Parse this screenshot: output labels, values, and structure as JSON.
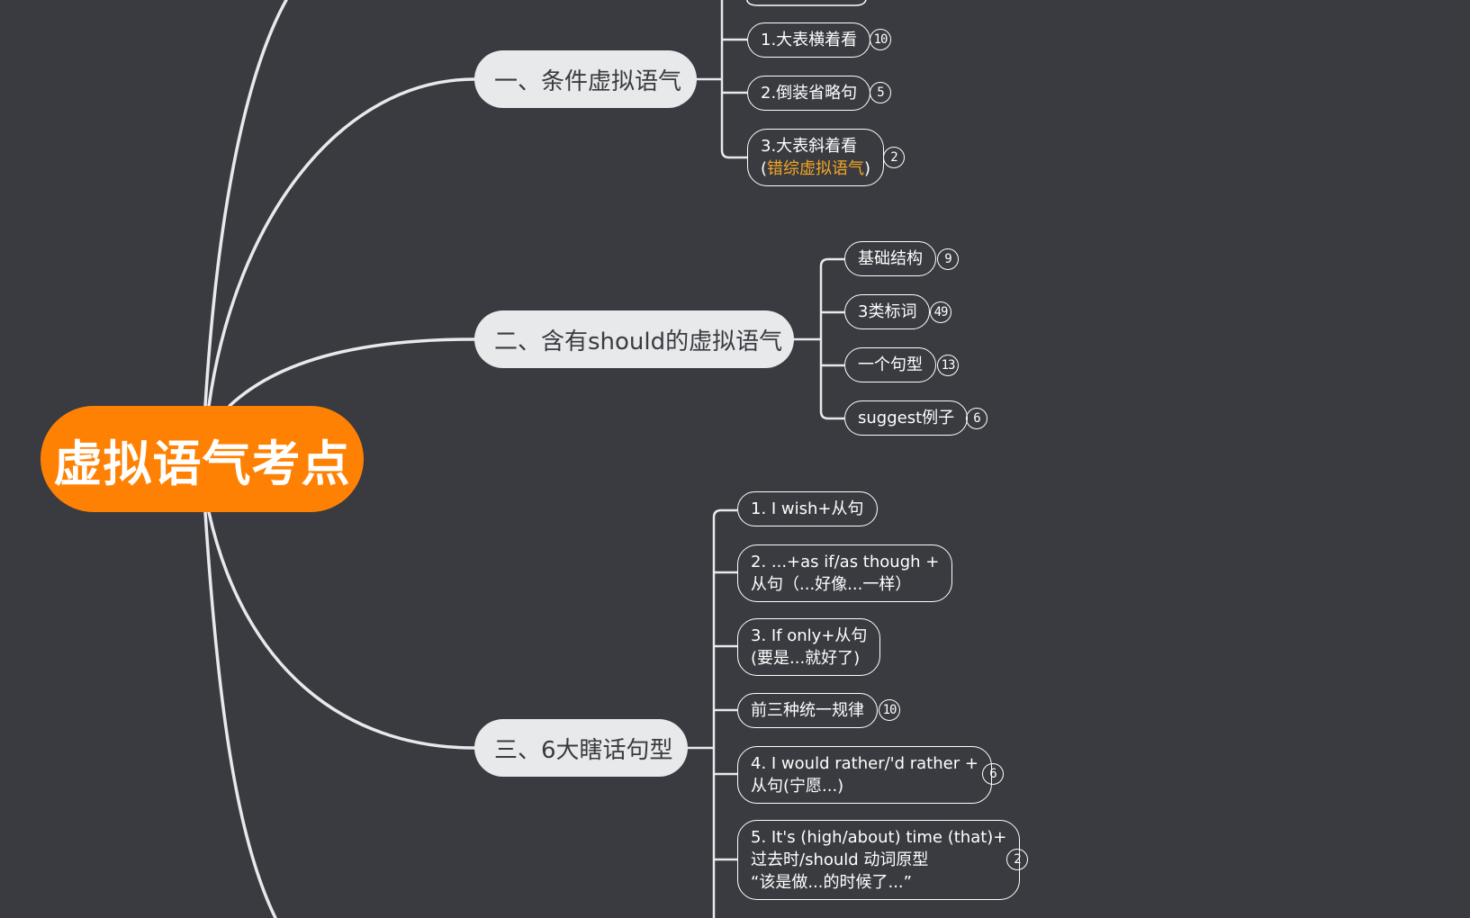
{
  "root": {
    "label": "虚拟语气考点"
  },
  "branches": [
    {
      "label": "一、条件虚拟语气",
      "items": [
        {
          "label": "1.大表横着看",
          "count": "10"
        },
        {
          "label": "2.倒装省略句",
          "count": "5"
        },
        {
          "label_line1": "3.大表斜着看",
          "label_line2_open": "(",
          "label_line2_highlight": "错综虚拟语气",
          "label_line2_close": ")",
          "count": "2"
        }
      ]
    },
    {
      "label": "二、含有should的虚拟语气",
      "items": [
        {
          "label": "基础结构",
          "count": "9"
        },
        {
          "label": "3类标词",
          "count": "49"
        },
        {
          "label": "一个句型",
          "count": "13"
        },
        {
          "label": "suggest例子",
          "count": "6"
        }
      ]
    },
    {
      "label": "三、6大瞎话句型",
      "items": [
        {
          "line1": "1. I wish+从句"
        },
        {
          "line1": "2. ...+as if/as though +",
          "line2": "从句（...好像...一样）"
        },
        {
          "line1": "3. If only+从句",
          "line2": "(要是...就好了)"
        },
        {
          "line1": "前三种统一规律",
          "count": "10"
        },
        {
          "line1": "4. I would rather/'d rather +",
          "line2": "从句(宁愿...)",
          "count": "6"
        },
        {
          "line1": "5. It's (high/about) time (that)+",
          "line2": "过去时/should 动词原型",
          "line3": "“该是做...的时候了...”",
          "count": "2"
        }
      ]
    }
  ],
  "colors": {
    "background": "#393b40",
    "root": "#ff8103",
    "branch": "#e8e9eb",
    "highlight": "#f5a623",
    "line": "#e8e9eb"
  }
}
